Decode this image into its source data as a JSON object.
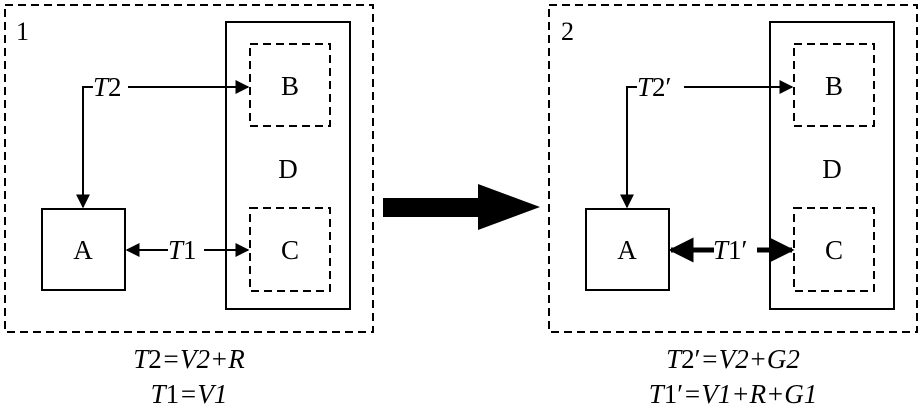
{
  "panels": [
    {
      "number": "1",
      "box_a": "A",
      "box_b": "B",
      "box_c": "C",
      "box_d": "D",
      "link_top": {
        "var": "T",
        "num": "2",
        "prime": ""
      },
      "link_bottom": {
        "var": "T",
        "num": "1",
        "prime": ""
      },
      "equations": [
        {
          "lhs_var": "T",
          "lhs_num": "2",
          "lhs_prime": "",
          "rhs": "=V2+R"
        },
        {
          "lhs_var": "T",
          "lhs_num": "1",
          "lhs_prime": "",
          "rhs": "=V1"
        }
      ]
    },
    {
      "number": "2",
      "box_a": "A",
      "box_b": "B",
      "box_c": "C",
      "box_d": "D",
      "link_top": {
        "var": "T",
        "num": "2",
        "prime": "′"
      },
      "link_bottom": {
        "var": "T",
        "num": "1",
        "prime": "′"
      },
      "equations": [
        {
          "lhs_var": "T",
          "lhs_num": "2",
          "lhs_prime": "′",
          "rhs": "=V2+G2"
        },
        {
          "lhs_var": "T",
          "lhs_num": "1",
          "lhs_prime": "′",
          "rhs": "=V1+R+G1"
        }
      ]
    }
  ],
  "transition_arrow": "big-right-arrow"
}
